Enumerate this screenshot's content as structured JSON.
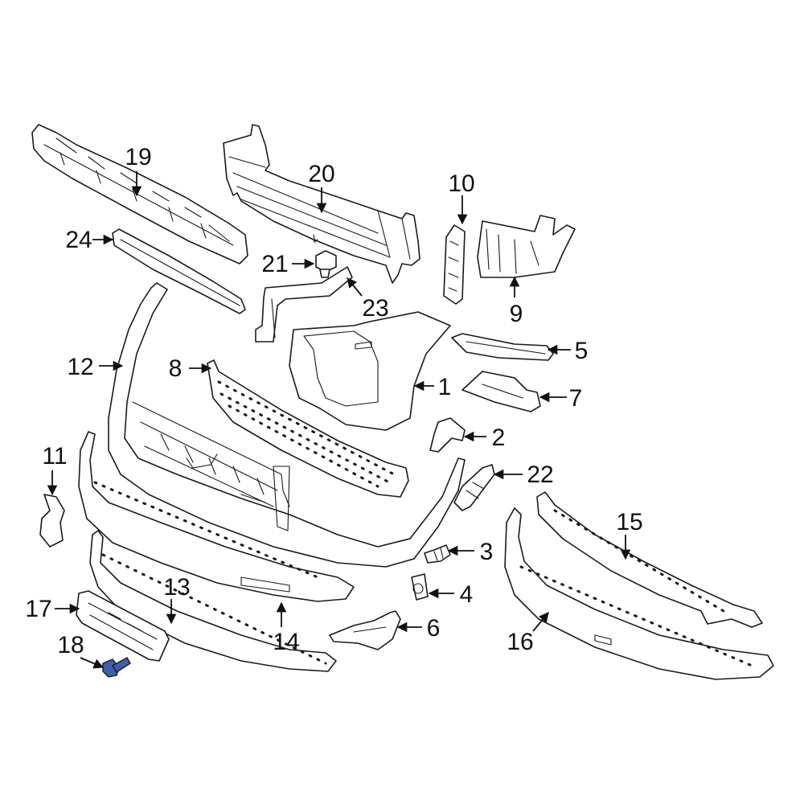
{
  "diagram": {
    "highlight_color": "#3f5fa8",
    "labels": [
      {
        "id": "1",
        "text": "1"
      },
      {
        "id": "2",
        "text": "2"
      },
      {
        "id": "3",
        "text": "3"
      },
      {
        "id": "4",
        "text": "4"
      },
      {
        "id": "5",
        "text": "5"
      },
      {
        "id": "6",
        "text": "6"
      },
      {
        "id": "7",
        "text": "7"
      },
      {
        "id": "8",
        "text": "8"
      },
      {
        "id": "9",
        "text": "9"
      },
      {
        "id": "10",
        "text": "10"
      },
      {
        "id": "11",
        "text": "11"
      },
      {
        "id": "12",
        "text": "12"
      },
      {
        "id": "13",
        "text": "13"
      },
      {
        "id": "14",
        "text": "14"
      },
      {
        "id": "15",
        "text": "15"
      },
      {
        "id": "16",
        "text": "16"
      },
      {
        "id": "17",
        "text": "17"
      },
      {
        "id": "18",
        "text": "18"
      },
      {
        "id": "19",
        "text": "19"
      },
      {
        "id": "20",
        "text": "20"
      },
      {
        "id": "21",
        "text": "21"
      },
      {
        "id": "22",
        "text": "22"
      },
      {
        "id": "23",
        "text": "23"
      },
      {
        "id": "24",
        "text": "24"
      }
    ],
    "highlighted_part": "18"
  }
}
